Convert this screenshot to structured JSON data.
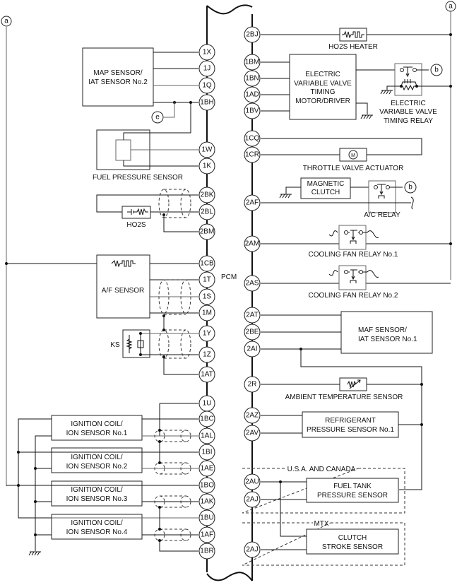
{
  "pcm_label": "PCM",
  "refs": {
    "a": "a",
    "b": "b",
    "e": "e"
  },
  "left_pins": {
    "p1X": "1X",
    "p1J": "1J",
    "p1Q": "1Q",
    "p1BH": "1BH",
    "p1W": "1W",
    "p1K": "1K",
    "p2BK": "2BK",
    "p2BL": "2BL",
    "p2BM": "2BM",
    "p1CB": "1CB",
    "p1T": "1T",
    "p1S": "1S",
    "p1M": "1M",
    "p1Y": "1Y",
    "p1Z": "1Z",
    "p1AT": "1AT",
    "p1U": "1U",
    "p1BC": "1BC",
    "p1AL": "1AL",
    "p1BI": "1BI",
    "p1AE": "1AE",
    "p1BO": "1BO",
    "p1AK": "1AK",
    "p1BU": "1BU",
    "p1AF": "1AF",
    "p1BR": "1BR"
  },
  "right_pins": {
    "p2BJ": "2BJ",
    "p1BM": "1BM",
    "p1BN": "1BN",
    "p1AD": "1AD",
    "p1BV": "1BV",
    "p1CQ": "1CQ",
    "p1CR": "1CR",
    "p2AF": "2AF",
    "p2AM": "2AM",
    "p2AS": "2AS",
    "p2AT": "2AT",
    "p2BE": "2BE",
    "p2AI": "2AI",
    "p2R": "2R",
    "p2AZ": "2AZ",
    "p2AV": "2AV",
    "p2AU": "2AU",
    "p2AJ": "2AJ",
    "p2AJb": "2AJ"
  },
  "components": {
    "map_sensor": [
      "MAP SENSOR/",
      "IAT SENSOR No.2"
    ],
    "fuel_pressure_sensor": "FUEL PRESSURE SENSOR",
    "ho2s": "HO2S",
    "af_sensor": "A/F SENSOR",
    "ks": "KS",
    "ign1": [
      "IGNITION COIL/",
      "ION SENSOR No.1"
    ],
    "ign2": [
      "IGNITION COIL/",
      "ION SENSOR No.2"
    ],
    "ign3": [
      "IGNITION COIL/",
      "ION SENSOR No.3"
    ],
    "ign4": [
      "IGNITION COIL/",
      "ION SENSOR No.4"
    ],
    "ho2s_heater": "HO2S HEATER",
    "evvt_motor": [
      "ELECTRIC",
      "VARIABLE VALVE",
      "TIMING",
      "MOTOR/DRIVER"
    ],
    "evvt_relay": [
      "ELECTRIC",
      "VARIABLE VALVE",
      "TIMING RELAY"
    ],
    "throttle": "THROTTLE VALVE ACTUATOR",
    "mag_clutch": [
      "MAGNETIC",
      "CLUTCH"
    ],
    "ac_relay": "A/C RELAY",
    "fan1": "COOLING FAN RELAY No.1",
    "fan2": "COOLING FAN RELAY No.2",
    "maf": [
      "MAF SENSOR/",
      "IAT SENSOR No.1"
    ],
    "ambient": "AMBIENT TEMPERATURE SENSOR",
    "refrig": [
      "REFRIGERANT",
      "PRESSURE SENSOR No.1"
    ],
    "fuel_tank": [
      "FUEL TANK",
      "PRESSURE SENSOR"
    ],
    "clutch_stroke": [
      "CLUTCH",
      "STROKE SENSOR"
    ]
  },
  "groups": {
    "usa_canada": "U.S.A. AND CANADA",
    "mtx": "MTX"
  }
}
